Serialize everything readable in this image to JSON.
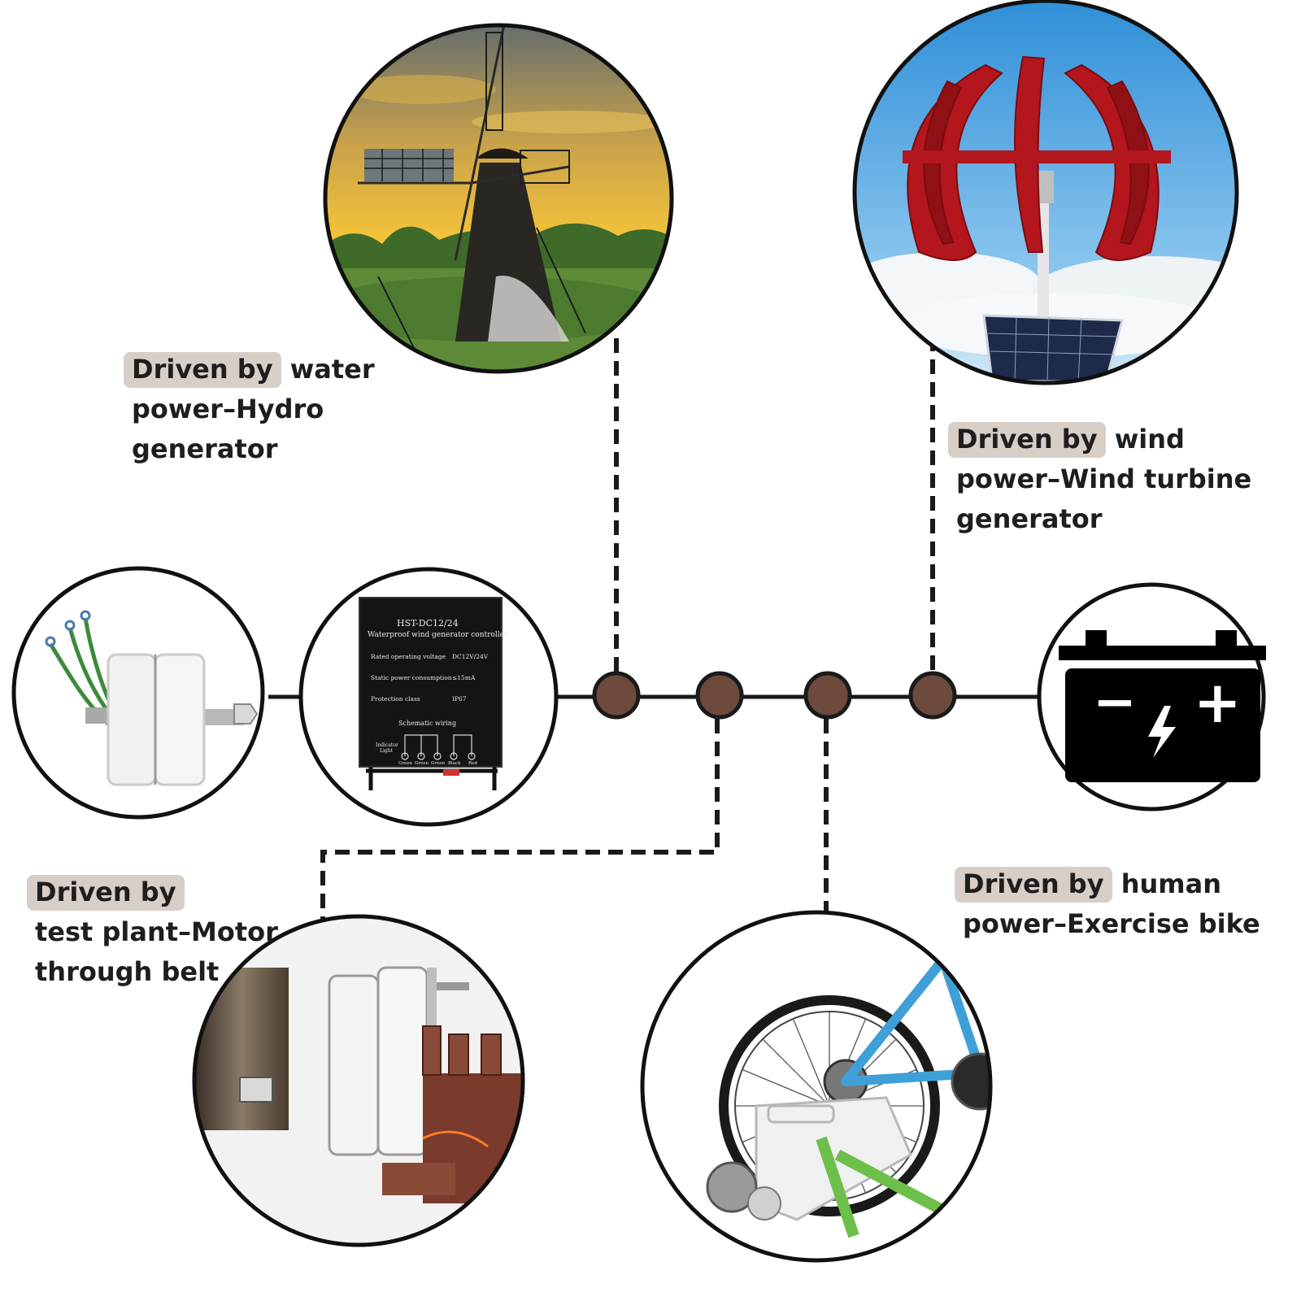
{
  "captions": {
    "hydro": {
      "highlight": "Driven by",
      "rest_line1": " water",
      "line2": "power–Hydro",
      "line3": "generator"
    },
    "wind": {
      "highlight": "Driven by",
      "rest_line1": " wind",
      "line2": "power–Wind turbine",
      "line3": "generator"
    },
    "motor": {
      "highlight": "Driven by",
      "line2": "test plant–Motor",
      "line3": "through belt"
    },
    "bike": {
      "highlight": "Driven by",
      "rest_line1": " human",
      "line2": "power–Exercise bike"
    }
  },
  "controller": {
    "model": "HST-DC12/24",
    "subtitle": "Waterproof wind generator controller",
    "specs": [
      {
        "label": "Rated operating voltage",
        "value": "DC12V/24V"
      },
      {
        "label": "Static power consumption",
        "value": "≤15mA"
      },
      {
        "label": "Protection class",
        "value": "IP67"
      }
    ],
    "schematic_title": "Schematic wiring",
    "indicator_line1": "Indicator",
    "indicator_line2": "Light",
    "terminals": [
      "Green",
      "Green",
      "Green",
      "Black",
      "Red"
    ]
  },
  "battery": {
    "minus": "−",
    "plus": "+"
  },
  "colors": {
    "node_fill": "#6d4a3c",
    "line": "#1a1a1a",
    "highlight_bg": "#d8cec8",
    "turbine_red": "#b3161c"
  },
  "icons": [
    "generator",
    "controller",
    "battery",
    "windmill",
    "vertical-wind-turbine",
    "exercise-bike",
    "belt-motor"
  ]
}
